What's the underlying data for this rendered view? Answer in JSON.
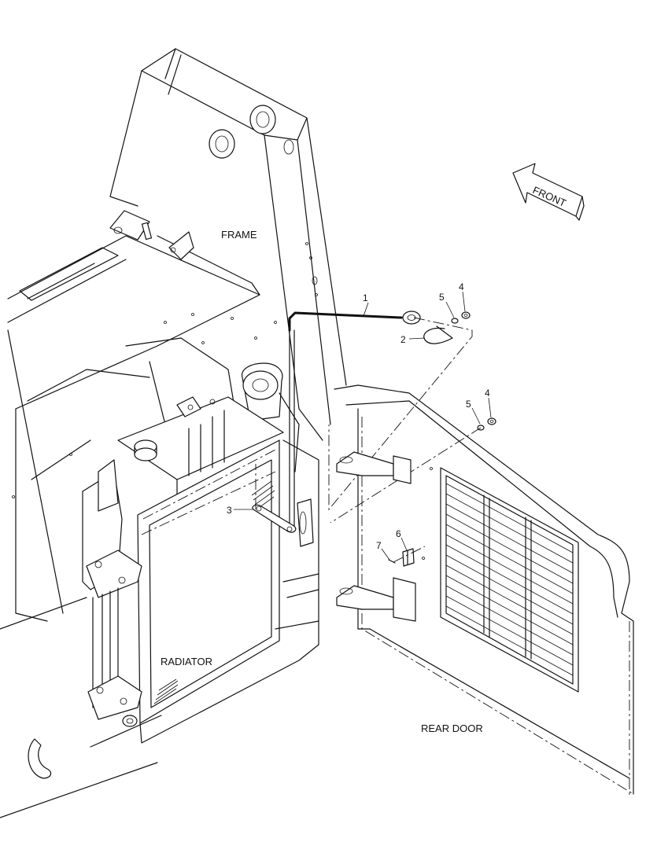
{
  "labels": {
    "frame": "FRAME",
    "radiator": "RADIATOR",
    "rear_door": "REAR DOOR",
    "front": "FRONT"
  },
  "callouts": [
    {
      "id": "1",
      "text": "1"
    },
    {
      "id": "2",
      "text": "2"
    },
    {
      "id": "3",
      "text": "3"
    },
    {
      "id": "4a",
      "text": "4"
    },
    {
      "id": "5a",
      "text": "5"
    },
    {
      "id": "4b",
      "text": "4"
    },
    {
      "id": "5b",
      "text": "5"
    },
    {
      "id": "6",
      "text": "6"
    },
    {
      "id": "7",
      "text": "7"
    }
  ]
}
